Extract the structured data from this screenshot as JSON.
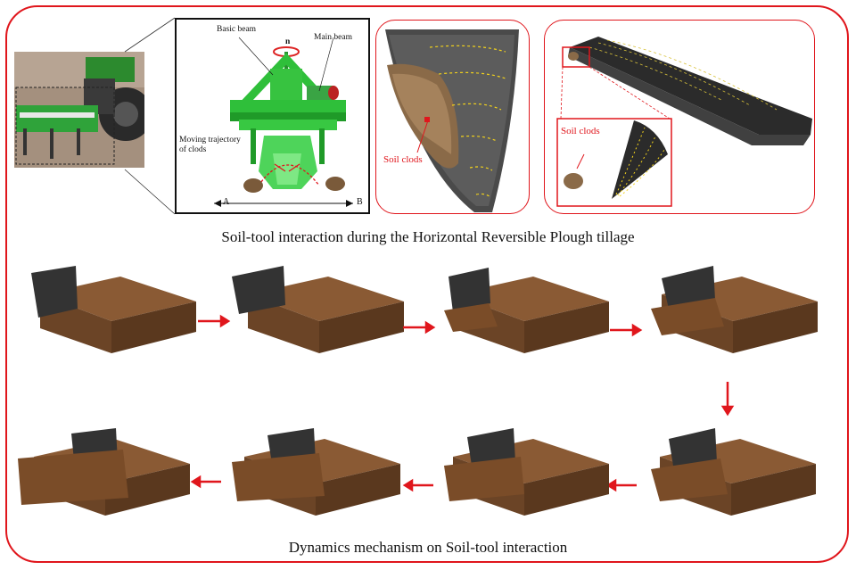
{
  "top_caption": "Soil-tool interaction during the Horizontal Reversible Plough tillage",
  "bottom_caption": "Dynamics mechanism on Soil-tool interaction",
  "diagram_labels": {
    "basic_beam": "Basic beam",
    "main_beam": "Main beam",
    "n_label": "n",
    "trajectory": "Moving trajectory\nof clods",
    "a_label": "A",
    "b_label": "B"
  },
  "detail_labels": {
    "soil_clods_1": "Soil clods",
    "soil_clods_2": "Soil clods"
  },
  "colors": {
    "frame_red": "#e0161c",
    "soil_brown": "#7a5230",
    "plough_green": "#2fbf3a",
    "blade_dark": "#2b2b2b"
  }
}
